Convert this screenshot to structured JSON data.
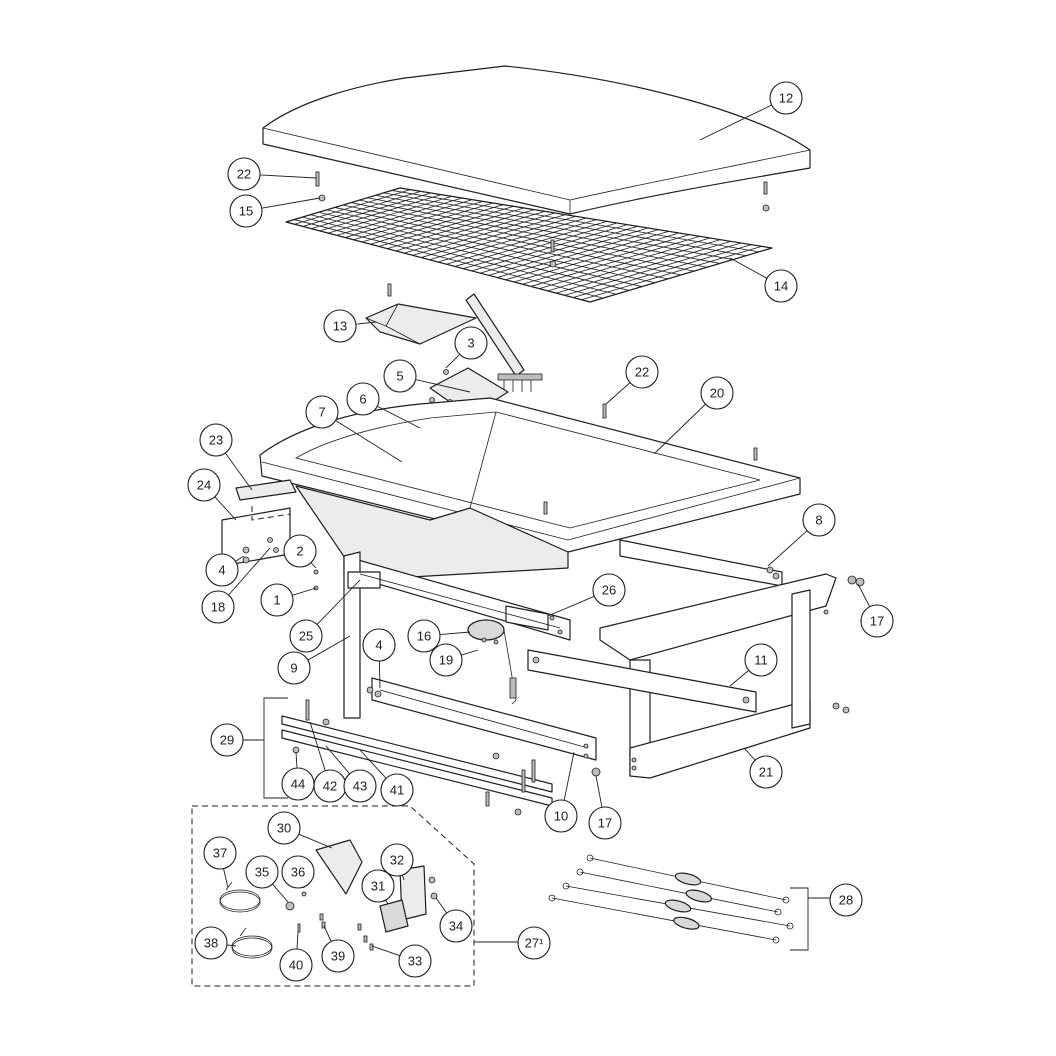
{
  "diagram": {
    "callouts": [
      {
        "id": "12",
        "label": "12"
      },
      {
        "id": "22a",
        "label": "22"
      },
      {
        "id": "15",
        "label": "15"
      },
      {
        "id": "14",
        "label": "14"
      },
      {
        "id": "13",
        "label": "13"
      },
      {
        "id": "3",
        "label": "3"
      },
      {
        "id": "5",
        "label": "5"
      },
      {
        "id": "22b",
        "label": "22"
      },
      {
        "id": "20",
        "label": "20"
      },
      {
        "id": "6",
        "label": "6"
      },
      {
        "id": "7",
        "label": "7"
      },
      {
        "id": "23",
        "label": "23"
      },
      {
        "id": "24",
        "label": "24"
      },
      {
        "id": "8",
        "label": "8"
      },
      {
        "id": "2",
        "label": "2"
      },
      {
        "id": "4a",
        "label": "4"
      },
      {
        "id": "18",
        "label": "18"
      },
      {
        "id": "1",
        "label": "1"
      },
      {
        "id": "26",
        "label": "26"
      },
      {
        "id": "17a",
        "label": "17"
      },
      {
        "id": "25",
        "label": "25"
      },
      {
        "id": "16",
        "label": "16"
      },
      {
        "id": "4b",
        "label": "4"
      },
      {
        "id": "19",
        "label": "19"
      },
      {
        "id": "9",
        "label": "9"
      },
      {
        "id": "11",
        "label": "11"
      },
      {
        "id": "29",
        "label": "29"
      },
      {
        "id": "21",
        "label": "21"
      },
      {
        "id": "44",
        "label": "44"
      },
      {
        "id": "42",
        "label": "42"
      },
      {
        "id": "43",
        "label": "43"
      },
      {
        "id": "41",
        "label": "41"
      },
      {
        "id": "10",
        "label": "10"
      },
      {
        "id": "17b",
        "label": "17"
      },
      {
        "id": "30",
        "label": "30"
      },
      {
        "id": "37",
        "label": "37"
      },
      {
        "id": "35",
        "label": "35"
      },
      {
        "id": "36",
        "label": "36"
      },
      {
        "id": "32",
        "label": "32"
      },
      {
        "id": "31",
        "label": "31"
      },
      {
        "id": "34",
        "label": "34"
      },
      {
        "id": "28",
        "label": "28"
      },
      {
        "id": "38",
        "label": "38"
      },
      {
        "id": "39",
        "label": "39"
      },
      {
        "id": "40",
        "label": "40"
      },
      {
        "id": "33",
        "label": "33"
      },
      {
        "id": "27",
        "label": "27¹"
      }
    ]
  }
}
